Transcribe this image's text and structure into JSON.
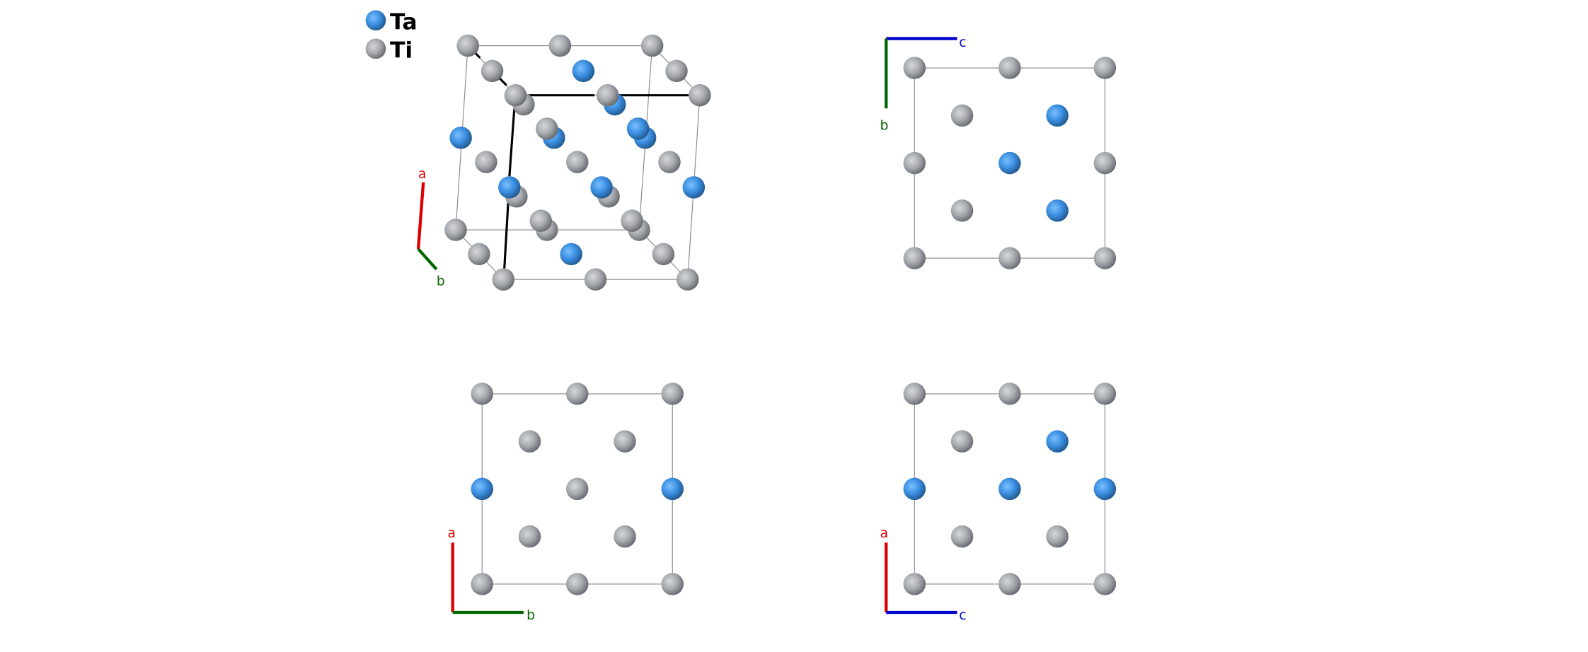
{
  "legend": [
    {
      "element": "Ta",
      "color": "#3a8ee0"
    },
    {
      "element": "Ti",
      "color": "#a6a9ad"
    }
  ],
  "colors": {
    "a_axis": "#dd0000",
    "b_axis": "#006600",
    "c_axis": "#0000cc",
    "bond": "#000000",
    "cell": "#888888"
  },
  "views": [
    {
      "name": "perspective",
      "axes": [
        "a",
        "b"
      ]
    },
    {
      "name": "along-a",
      "axes": [
        "c",
        "b"
      ]
    },
    {
      "name": "along-c",
      "axes": [
        "a",
        "b"
      ]
    },
    {
      "name": "along-b",
      "axes": [
        "a",
        "c"
      ]
    }
  ]
}
